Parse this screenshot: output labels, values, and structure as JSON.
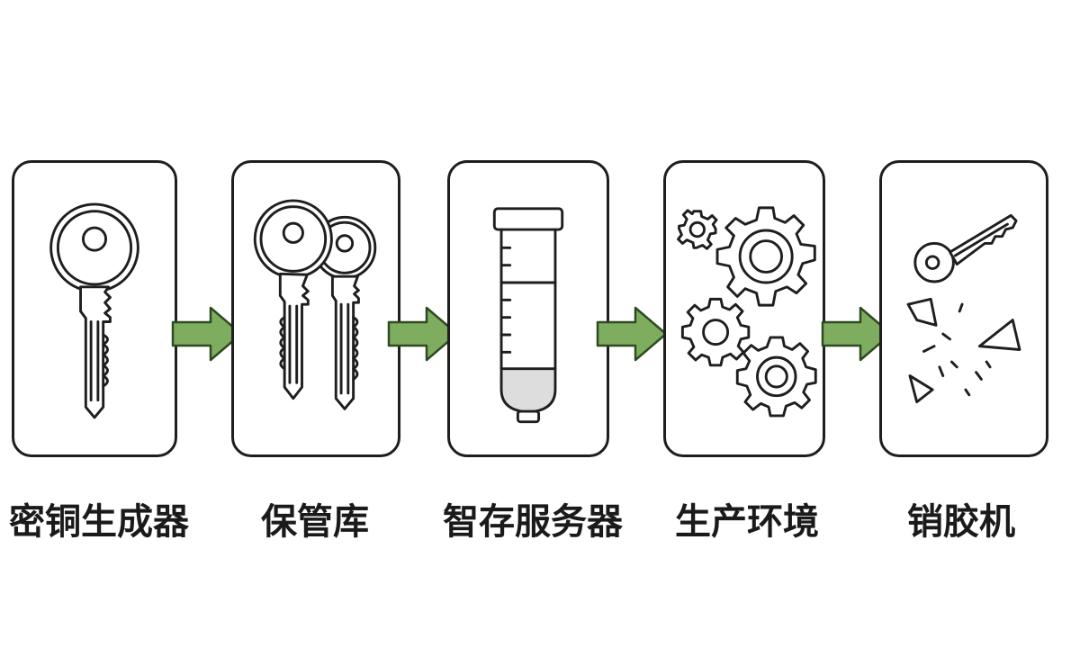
{
  "steps": [
    {
      "label": "密铜生成器",
      "icon": "key-icon"
    },
    {
      "label": "保管库",
      "icon": "two-keys-icon"
    },
    {
      "label": "智存服务器",
      "icon": "test-tube-icon"
    },
    {
      "label": "生产环境",
      "icon": "gears-icon"
    },
    {
      "label": "销胶机",
      "icon": "broken-key-icon"
    }
  ],
  "colors": {
    "arrow": "#7fad5f",
    "arrow_stroke": "#2f4a22",
    "outline": "#1e1e1e"
  }
}
